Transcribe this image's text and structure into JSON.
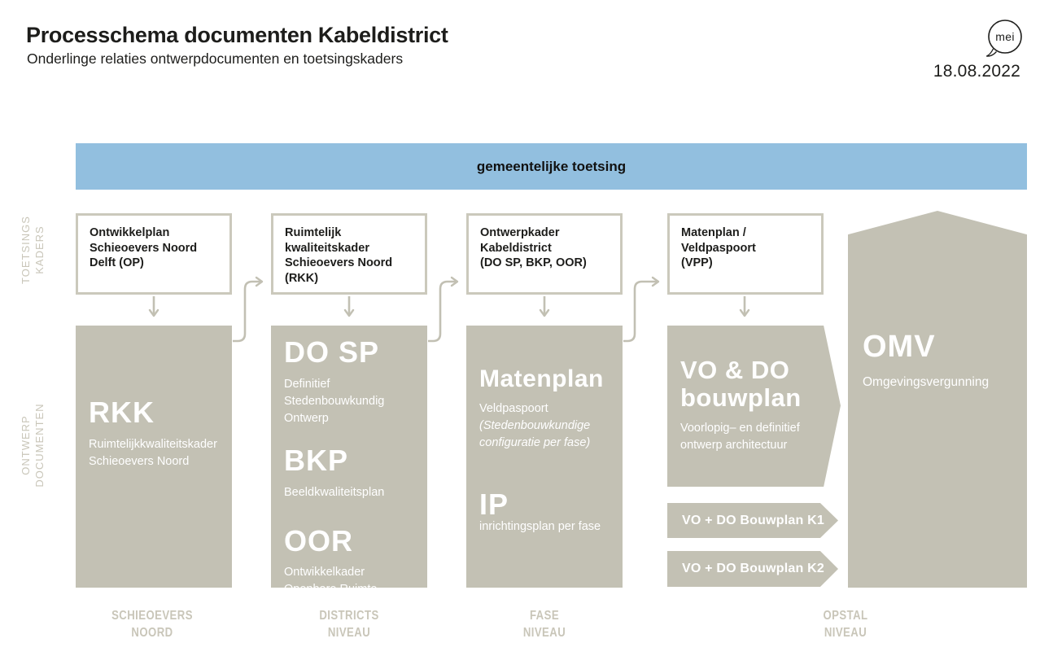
{
  "header": {
    "title": "Processchema documenten Kabeldistrict",
    "subtitle": "Onderlinge relaties ontwerpdocumenten en toetsingskaders",
    "logo": "mei",
    "date": "18.08.2022"
  },
  "banner": {
    "label": "gemeentelijke toetsing"
  },
  "side_labels": {
    "toetsingskaders": "TOETSINGS\nKADERS",
    "ontwerpdocumenten": "ONTWERP\nDOCUMENTEN"
  },
  "kaders": [
    {
      "text": "Ontwikkelplan\nSchieoevers Noord\nDelft (OP)"
    },
    {
      "text": "Ruimtelijk\nkwaliteitskader\nSchieoevers Noord\n(RKK)"
    },
    {
      "text": "Ontwerpkader\nKabeldistrict\n(DO SP, BKP, OOR)"
    },
    {
      "text": "Matenplan /\nVeldpaspoort\n(VPP)"
    }
  ],
  "blocks": {
    "rkk": {
      "heading": "RKK",
      "body": "Ruimtelijkkwaliteitskader\nSchieoevers Noord"
    },
    "district": {
      "sections": [
        {
          "heading": "DO SP",
          "body": "Definitief\nStedenbouwkundig\nOntwerp"
        },
        {
          "heading": "BKP",
          "body": "Beeldkwaliteitsplan"
        },
        {
          "heading": "OOR",
          "body": "Ontwikkelkader\nOpenbare Ruimte"
        }
      ]
    },
    "fase": {
      "heading": "Matenplan",
      "body": "Veldpaspoort",
      "body_italic": "(Stedenbouwkundige\nconfiguratie per fase)",
      "heading2": "IP",
      "body2": "inrichtingsplan per fase"
    },
    "opstal": {
      "heading": "VO & DO\nbouwplan",
      "body": "Voorlopig– en definitief\nontwerp architectuur"
    },
    "k_arrows": [
      {
        "label": "VO + DO Bouwplan K1"
      },
      {
        "label": "VO + DO Bouwplan K2"
      }
    ],
    "omv": {
      "heading": "OMV",
      "body": "Omgevingsvergunning"
    }
  },
  "bottom_labels": [
    {
      "text": "SCHIEOEVERS\nNOORD"
    },
    {
      "text": "DISTRICTS\nNIVEAU"
    },
    {
      "text": "FASE\nNIVEAU"
    },
    {
      "text": "OPSTAL\nNIVEAU"
    }
  ],
  "colors": {
    "block_grey": "#c3c1b4",
    "banner_blue": "#92bfdf",
    "label_grey": "#c9c6b9",
    "border_grey": "#cbc9bc",
    "text_dark": "#1d1d1b"
  }
}
